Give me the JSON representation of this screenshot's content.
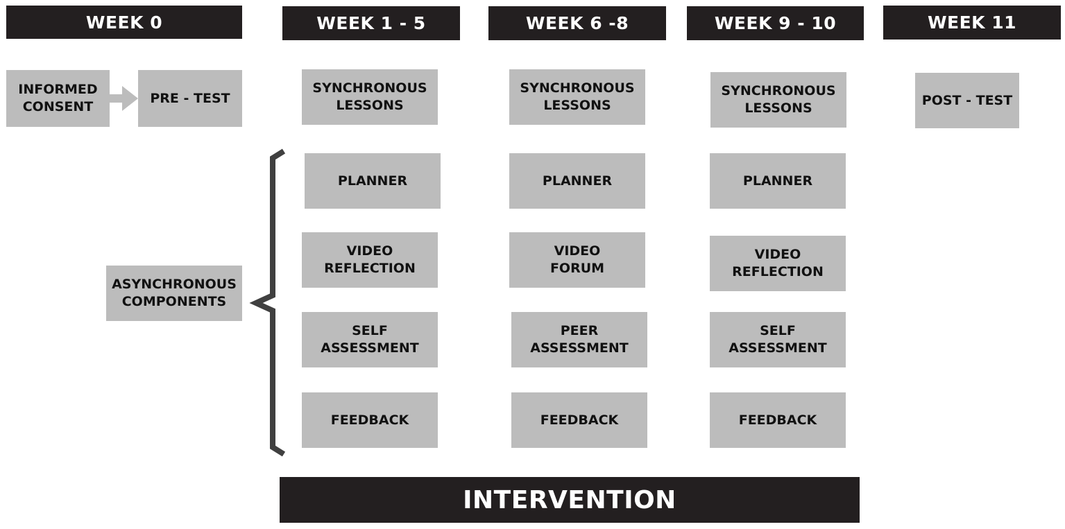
{
  "headers": [
    {
      "label": "WEEK 0"
    },
    {
      "label": "WEEK 1 - 5"
    },
    {
      "label": "WEEK 6 -8"
    },
    {
      "label": "WEEK 9 - 10"
    },
    {
      "label": "WEEK 11"
    }
  ],
  "week0": {
    "informed_consent": "INFORMED\nCONSENT",
    "pre_test": "PRE - TEST",
    "asynchronous_components": "ASYNCHRONOUS\nCOMPONENTS"
  },
  "week1_5": {
    "synchronous": "SYNCHRONOUS\nLESSONS",
    "planner": "PLANNER",
    "video": "VIDEO\nREFLECTION",
    "assessment": "SELF\nASSESSMENT",
    "feedback": "FEEDBACK"
  },
  "week6_8": {
    "synchronous": "SYNCHRONOUS\nLESSONS",
    "planner": "PLANNER",
    "video": "VIDEO\nFORUM",
    "assessment": "PEER\nASSESSMENT",
    "feedback": "FEEDBACK"
  },
  "week9_10": {
    "synchronous": "SYNCHRONOUS\nLESSONS",
    "planner": "PLANNER",
    "video": "VIDEO\nREFLECTION",
    "assessment": "SELF\nASSESSMENT",
    "feedback": "FEEDBACK"
  },
  "week11": {
    "post_test": "POST - TEST"
  },
  "intervention": "INTERVENTION"
}
